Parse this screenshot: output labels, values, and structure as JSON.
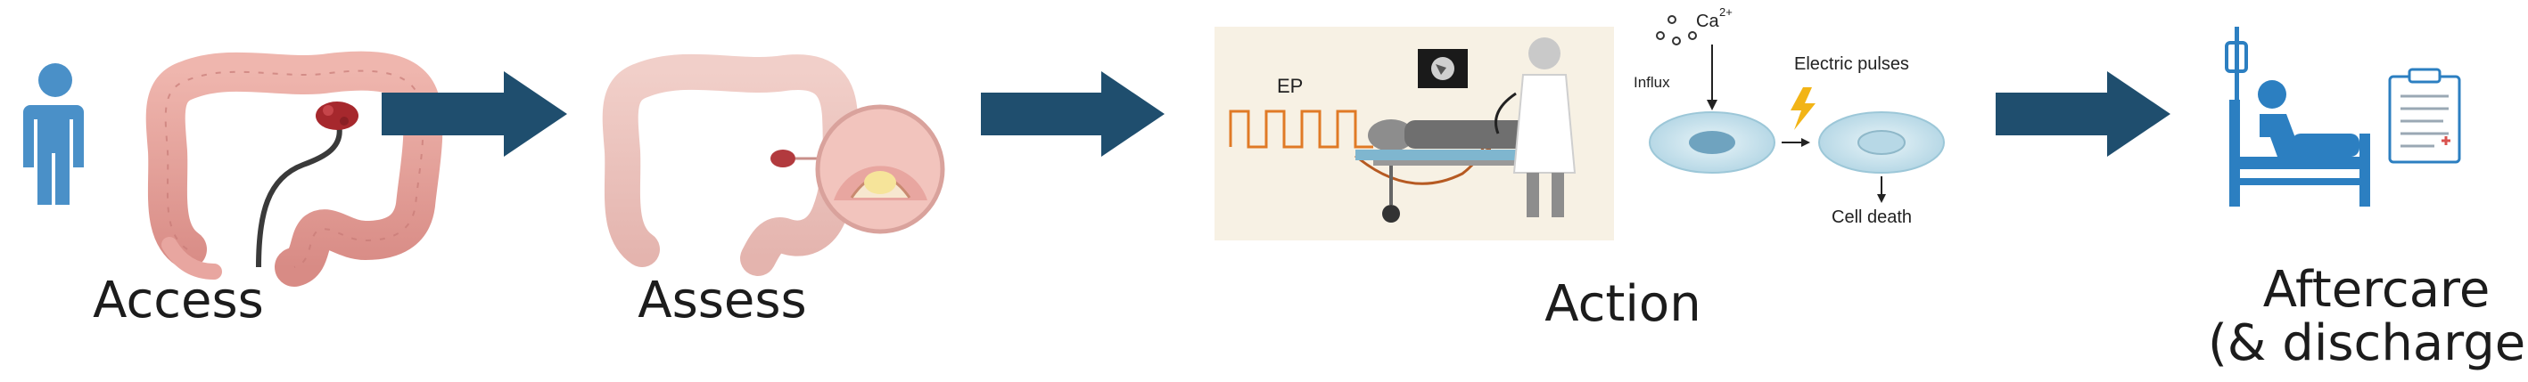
{
  "steps": {
    "access": "Access",
    "assess": "Assess",
    "action": "Action",
    "aftercare_line1": "Aftercare",
    "aftercare_line2": "(& discharge)"
  },
  "action_panel": {
    "ep_label": "EP",
    "calcium_label": "Ca",
    "calcium_superscript": "2+",
    "influx_label": "Influx",
    "electric_pulses_label": "Electric pulses",
    "cell_death_label": "Cell death"
  },
  "icons": [
    "person-icon",
    "colon-icon",
    "endoscope-icon",
    "tumor-icon",
    "magnifier-icon",
    "ep-waveform-icon",
    "monitor-icon",
    "patient-bed-icon",
    "clinician-icon",
    "calcium-ions-icon",
    "cell-icon",
    "lightning-icon",
    "hospital-bed-patient-icon",
    "clipboard-icon"
  ],
  "colors": {
    "arrow": "#1f4e6e",
    "person": "#4a90c8",
    "colon": "#e8a6a0",
    "tumor": "#a6282d",
    "panel_bg": "#f7f1e4",
    "waveform": "#e07a26",
    "cell": "#d4e9f2",
    "nucleus": "#6fa3bf",
    "lightning": "#f2b416",
    "bed": "#2c7fc1"
  }
}
